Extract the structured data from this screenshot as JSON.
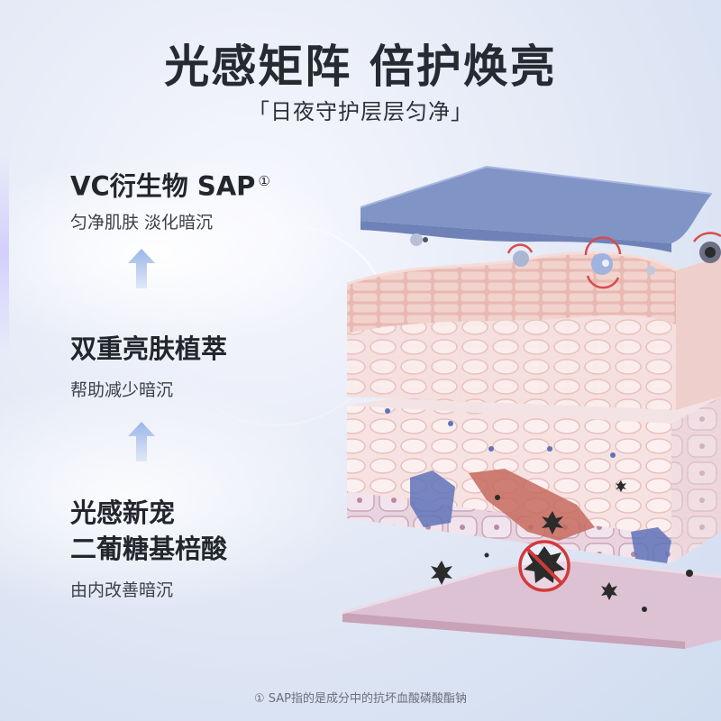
{
  "header": {
    "title": "光感矩阵 倍护焕亮",
    "subtitle": "「日夜守护层层匀净」"
  },
  "features": [
    {
      "title": "VC衍生物 SAP",
      "marker": "①",
      "description": "匀净肌肤 淡化暗沉"
    },
    {
      "title": "双重亮肤植萃",
      "description": "帮助减少暗沉"
    },
    {
      "title_line1": "光感新宠",
      "title_line2": "二葡糖基棓酸",
      "description": "由内改善暗沉"
    }
  ],
  "footnote": "① SAP指的是成分中的抗坏血酸磷酸酯钠",
  "colors": {
    "top_layer": "#7f93c4",
    "mid_layer": "#ecc7c3",
    "cell_layer": "#f3dede",
    "base_layer": "#dbc2d2",
    "arrow": "#a9c2ea",
    "dark_spot": "#2b2b2b",
    "no_sign": "#d23a3a"
  },
  "icons": [
    "up-arrow-icon",
    "dark-spot-icon",
    "no-sign-icon",
    "rotation-arrow-icon"
  ]
}
